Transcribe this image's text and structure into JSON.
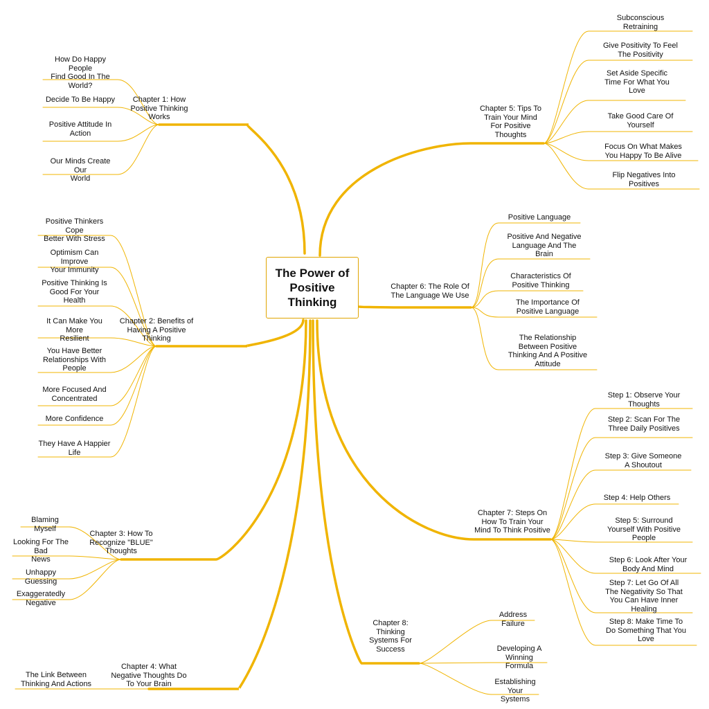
{
  "center_title": "The Power of\nPositive\nThinking",
  "accent_color": "#f0b400",
  "branches": [
    {
      "label": "Chapter 1: How\nPositive Thinking\nWorks",
      "children": [
        "How Do Happy People\nFind Good In The\nWorld?",
        "Decide To Be Happy",
        "Positive Attitude In\nAction",
        "Our Minds Create Our\nWorld"
      ]
    },
    {
      "label": "Chapter 2: Benefits of\nHaving A Positive\nThinking",
      "children": [
        "Positive Thinkers Cope\nBetter With Stress",
        "Optimism Can Improve\nYour Immunity",
        "Positive Thinking Is\nGood For Your\nHealth",
        "It Can Make You More\nResilient",
        "You Have Better\nRelationships With\nPeople",
        "More Focused And\nConcentrated",
        "More Confidence",
        "They Have A Happier\nLife"
      ]
    },
    {
      "label": "Chapter 3: How To\nRecognize \"BLUE\"\nThoughts",
      "children": [
        "Blaming Myself",
        "Looking For The Bad\nNews",
        "Unhappy Guessing",
        "Exaggeratedly Negative"
      ]
    },
    {
      "label": "Chapter 4: What\nNegative Thoughts Do\nTo Your Brain",
      "children": [
        "The Link Between\nThinking And Actions"
      ]
    },
    {
      "label": "Chapter 5: Tips To\nTrain Your Mind\nFor Positive\nThoughts",
      "children": [
        "Subconscious\nRetraining",
        "Give Positivity To Feel\nThe Positivity",
        "Set Aside Specific\nTime For What You\nLove",
        "Take Good Care Of\nYourself",
        "Focus On What Makes\nYou Happy To Be Alive",
        "Flip Negatives Into\nPositives"
      ]
    },
    {
      "label": "Chapter 6: The Role Of\nThe Language We Use",
      "children": [
        "Positive Language",
        "Positive And Negative\nLanguage And The\nBrain",
        "Characteristics Of\nPositive Thinking",
        "The Importance Of\nPositive Language",
        "The Relationship\nBetween Positive\nThinking And A Positive\nAttitude"
      ]
    },
    {
      "label": "Chapter 7: Steps On\nHow To Train Your\nMind To Think Positive",
      "children": [
        "Step 1: Observe Your\nThoughts",
        "Step 2: Scan For The\nThree Daily Positives",
        "Step 3: Give Someone\nA Shoutout",
        "Step 4: Help Others",
        "Step 5: Surround\nYourself With Positive\nPeople",
        "Step 6: Look After Your\nBody And Mind",
        "Step 7: Let Go Of All\nThe Negativity So That\nYou Can Have Inner\nHealing",
        "Step 8: Make Time To\nDo Something That You\nLove"
      ]
    },
    {
      "label": "Chapter 8:\nThinking\nSystems For\nSuccess",
      "children": [
        "Address Failure",
        "Developing A Winning\nFormula",
        "Establishing Your\nSystems"
      ]
    }
  ]
}
